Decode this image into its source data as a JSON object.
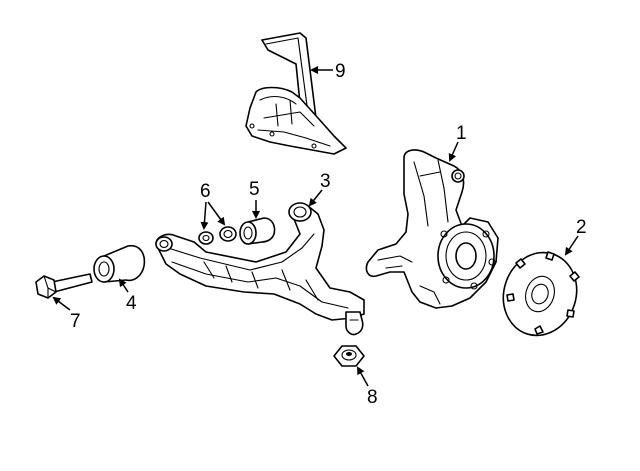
{
  "diagram": {
    "callouts": [
      {
        "id": "c1",
        "label": "1"
      },
      {
        "id": "c2",
        "label": "2"
      },
      {
        "id": "c3",
        "label": "3"
      },
      {
        "id": "c4",
        "label": "4"
      },
      {
        "id": "c5",
        "label": "5"
      },
      {
        "id": "c6",
        "label": "6"
      },
      {
        "id": "c7",
        "label": "7"
      },
      {
        "id": "c8",
        "label": "8"
      },
      {
        "id": "c9",
        "label": "9"
      }
    ],
    "colors": {
      "ink": "#000000",
      "background": "#ffffff"
    }
  }
}
